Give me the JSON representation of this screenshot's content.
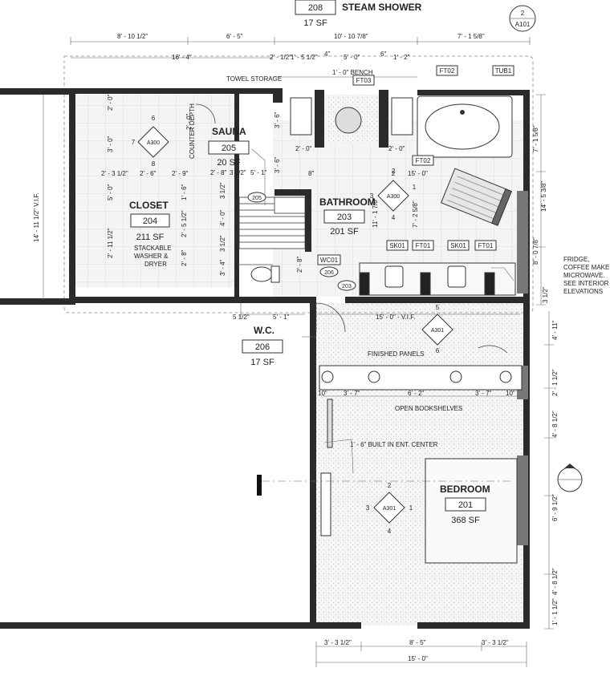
{
  "sheet_ref": {
    "number": "2",
    "sheet": "A101"
  },
  "rooms": {
    "steam_shower": {
      "number": "208",
      "name": "STEAM SHOWER",
      "area": "17 SF"
    },
    "sauna": {
      "name": "SAUNA",
      "number": "205",
      "area": "20 SF"
    },
    "closet": {
      "name": "CLOSET",
      "number": "204",
      "area": "211 SF"
    },
    "bathroom": {
      "name": "BATHROOM",
      "number": "203",
      "area": "201 SF"
    },
    "wc": {
      "name": "W.C.",
      "number": "206",
      "area": "17 SF"
    },
    "bedroom": {
      "name": "BEDROOM",
      "number": "201",
      "area": "368 SF"
    }
  },
  "notes": {
    "towel_storage": "TOWEL STORAGE",
    "bench": "1' - 0\" BENCH",
    "counter_depth": "COUNTER DEPTH",
    "stackable_1": "STACKABLE",
    "stackable_2": "WASHER &",
    "stackable_3": "DRYER",
    "fridge_1": "FRIDGE,",
    "fridge_2": "COFFEE MAKER",
    "fridge_3": "MICROWAVE.",
    "fridge_4": "SEE INTERIOR",
    "fridge_5": "ELEVATIONS",
    "finished_panels": "FINISHED PANELS",
    "open_bookshelves": "OPEN BOOKSHELVES",
    "built_in": "1' - 6\" BUILT IN ENT. CENTER",
    "vif_left": "14' - 11 1/2\" V.I.F.",
    "vif_bottom": "15' - 0\" - V.I.F."
  },
  "tags": {
    "ft03": "FT03",
    "ft02a": "FT02",
    "ft02b": "FT02",
    "tub1": "TUB1",
    "sk01a": "SK01",
    "ft01a": "FT01",
    "sk01b": "SK01",
    "ft01b": "FT01",
    "wc01": "WC01",
    "door_205": "205",
    "door_206": "206",
    "door_203": "203"
  },
  "elevation_markers": {
    "a300_closet": {
      "sheet": "A300",
      "top": "6",
      "left": "7",
      "bottom": "8"
    },
    "a300_bath": {
      "sheet": "A300",
      "top": "2",
      "right": "1",
      "left": "3",
      "bottom": "4"
    },
    "a301_top": {
      "sheet": "A301",
      "top": "5",
      "bottom": "6"
    },
    "a301_bed": {
      "sheet": "A301",
      "top": "2",
      "right": "1",
      "left": "3",
      "bottom": "4"
    }
  },
  "dims": {
    "top1": "8' - 10 1/2\"",
    "top2": "6' - 5\"",
    "top3": "10' - 10 7/8\"",
    "top4": "7' - 1 5/8\"",
    "top_total": "16' - 4\"",
    "d_2_1_2": "2' - 1/2\"",
    "d_1_5_1_2": "1' - 5 1/2\"",
    "d_4in": "4\"",
    "d_5_0": "5' - 0\"",
    "d_6in": "6\"",
    "d_1_2": "1' - 2\"",
    "c_2_0a": "2' - 0\"",
    "c_3_0": "3' - 0\"",
    "c_2_3_1_2": "2' - 3 1/2\"",
    "c_2_6": "2' - 6\"",
    "c_2_9": "2' - 9\"",
    "c_5_0": "5' - 0\"",
    "c_2_11_1_2": "2' - 11 1/2\"",
    "c_1_6": "1' - 6\"",
    "c_2_5_1_2": "2' - 5 1/2\"",
    "c_2_8": "2' - 8\"",
    "s_2_0": "2' - 0\"",
    "s_3_6": "3' - 6\"",
    "s_2_8": "2' - 8\"",
    "s_3_1_2": "3 1/2\"",
    "s_5_1": "5' - 1\"",
    "s_3_6b": "3' - 6\"",
    "s_3_1_2b": "3 1/2\"",
    "s_4_0": "4' - 0\"",
    "s_3_1_2c": "3 1/2\"",
    "s_3_4": "3' - 4\"",
    "s_2_8b": "2' - 8\"",
    "b_2_0a": "2' - 0\"",
    "b_2_0b": "2' - 0\"",
    "b_8in": "8\"",
    "b_15_0": "15' - 0\"",
    "b_11_1_7_8": "11' - 1 7/8\"",
    "b_7_2_5_8": "7' - 2 5/8\"",
    "b_2": "2",
    "r_7_1_5_8": "7' - 1 5/8\"",
    "r_14_5_3_8": "14' - 5 3/8\"",
    "r_8_0_7_8": "8' - 0 7/8\"",
    "r_3_1_2": "3 1/2\"",
    "wc_5_1_2": "5 1/2\"",
    "wc_5_1": "5' - 1\"",
    "bed_10a": "10\"",
    "bed_3_7a": "3' - 7\"",
    "bed_6_2": "6' - 2\"",
    "bed_3_7b": "3' - 7\"",
    "bed_10b": "10\"",
    "br_4_11": "4' - 11\"",
    "br_2_1_1_2": "2' - 1 1/2\"",
    "br_4_8_1_2a": "4' - 8 1/2\"",
    "br_6_9_1_2": "6' - 9 1/2\"",
    "br_4_8_1_2b": "4' - 8 1/2\"",
    "br_1_1_1_2": "1' - 1 1/2\"",
    "bot_3_3_1_2a": "3' - 3 1/2\"",
    "bot_8_5": "8' - 5\"",
    "bot_3_3_1_2b": "3' - 3 1/2\"",
    "bot_15_0": "15' - 0\""
  }
}
